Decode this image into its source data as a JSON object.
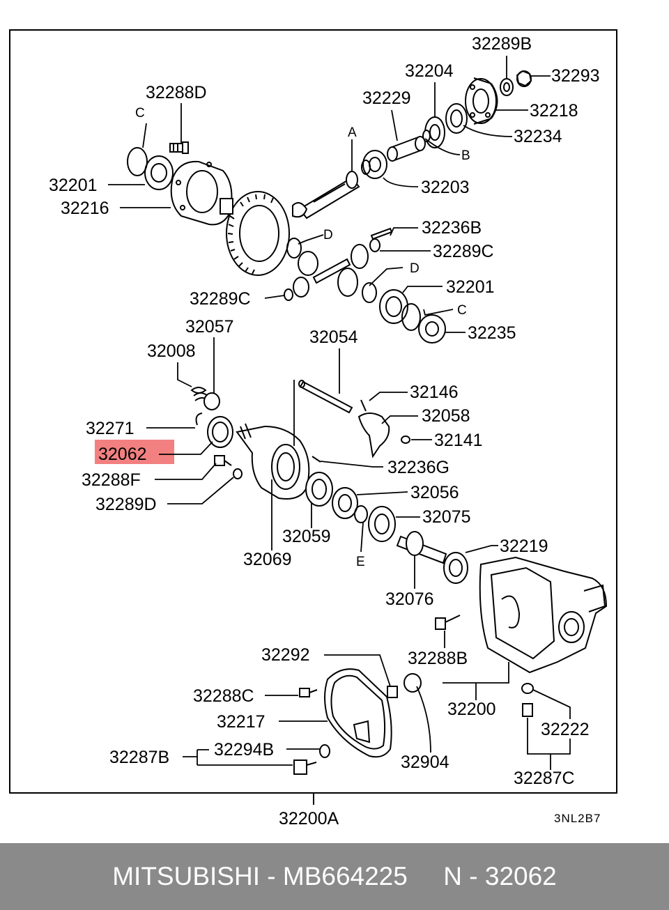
{
  "diagram": {
    "diagram_code": "3NL2B7",
    "assembly_label": "32200A",
    "highlighted_part": "32062",
    "highlight_color": "#f28080",
    "labels": {
      "p32289B": "32289B",
      "p32204": "32204",
      "p32293": "32293",
      "p32288D": "32288D",
      "p32229": "32229",
      "p32218": "32218",
      "p32234": "32234",
      "p32201a": "32201",
      "p32216": "32216",
      "p32203": "32203",
      "p32236B": "32236B",
      "p32289Ca": "32289C",
      "p32201b": "32201",
      "p32289Cb": "32289C",
      "p32235": "32235",
      "p32057": "32057",
      "p32054": "32054",
      "p32008": "32008",
      "p32146": "32146",
      "p32058": "32058",
      "p32271": "32271",
      "p32141": "32141",
      "p32062": "32062",
      "p32236G": "32236G",
      "p32288F": "32288F",
      "p32056": "32056",
      "p32289D": "32289D",
      "p32075": "32075",
      "p32059": "32059",
      "p32219": "32219",
      "p32069": "32069",
      "p32076": "32076",
      "p32292": "32292",
      "p32288B": "32288B",
      "p32288C": "32288C",
      "p32200": "32200",
      "p32217": "32217",
      "p32222": "32222",
      "p32294B": "32294B",
      "p32287B": "32287B",
      "p32904": "32904",
      "p32287C": "32287C"
    },
    "letters": {
      "c1": "C",
      "a": "A",
      "b": "B",
      "d1": "D",
      "d2": "D",
      "c2": "C",
      "e": "E"
    }
  },
  "footer": {
    "brand": "MITSUBISHI",
    "separator1": " - ",
    "part_number": "MB664225",
    "gap": "     ",
    "position_prefix": "N",
    "separator2": " - ",
    "position_number": "32062"
  }
}
